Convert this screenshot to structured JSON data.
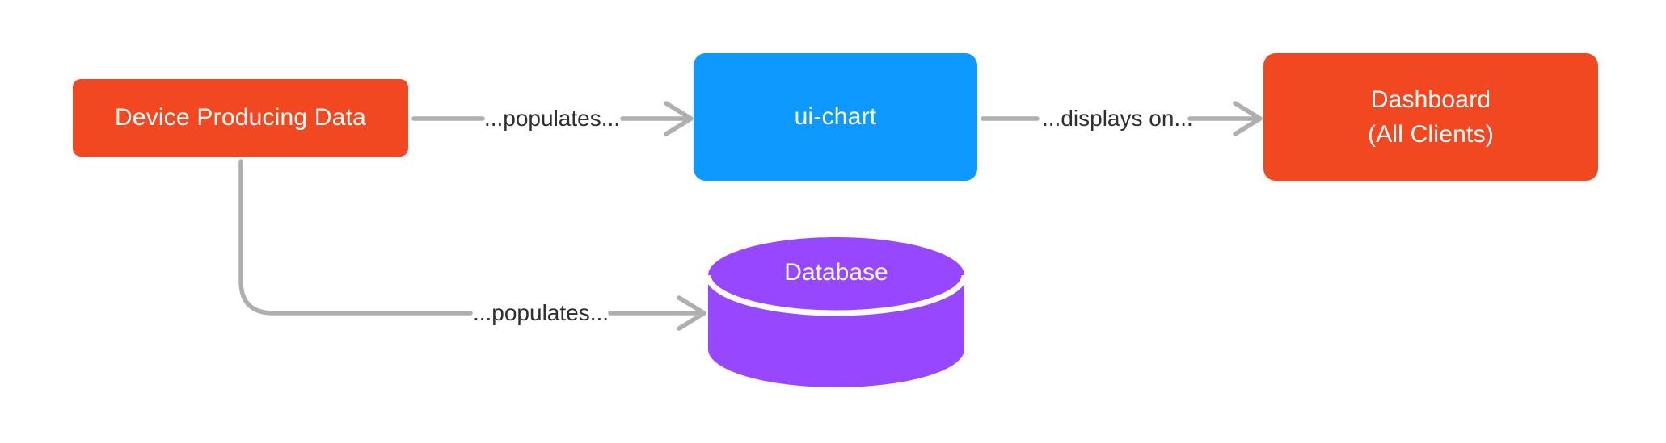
{
  "diagram": {
    "colors": {
      "background": "#FFFFFF",
      "node_red": "#F24822",
      "node_blue": "#0D99FF",
      "node_purple": "#9747FF",
      "node_text": "#FFFFFF",
      "connector": "#AFAFAF",
      "edge_label_text": "#2F2F2F"
    },
    "nodes": {
      "device": {
        "label": "Device Producing Data",
        "shape": "rounded-rectangle",
        "color": "#F24822"
      },
      "ui_chart": {
        "label": "ui-chart",
        "shape": "rounded-rectangle",
        "color": "#0D99FF"
      },
      "dashboard": {
        "label_line1": "Dashboard",
        "label_line2": "(All Clients)",
        "shape": "rounded-rectangle",
        "color": "#F24822"
      },
      "database": {
        "label": "Database",
        "shape": "cylinder",
        "color": "#9747FF"
      }
    },
    "edges": [
      {
        "from": "Device Producing Data",
        "to": "ui-chart",
        "label": "...populates..."
      },
      {
        "from": "ui-chart",
        "to": "Dashboard (All Clients)",
        "label": "...displays on..."
      },
      {
        "from": "Device Producing Data",
        "to": "Database",
        "label": "...populates..."
      }
    ]
  }
}
